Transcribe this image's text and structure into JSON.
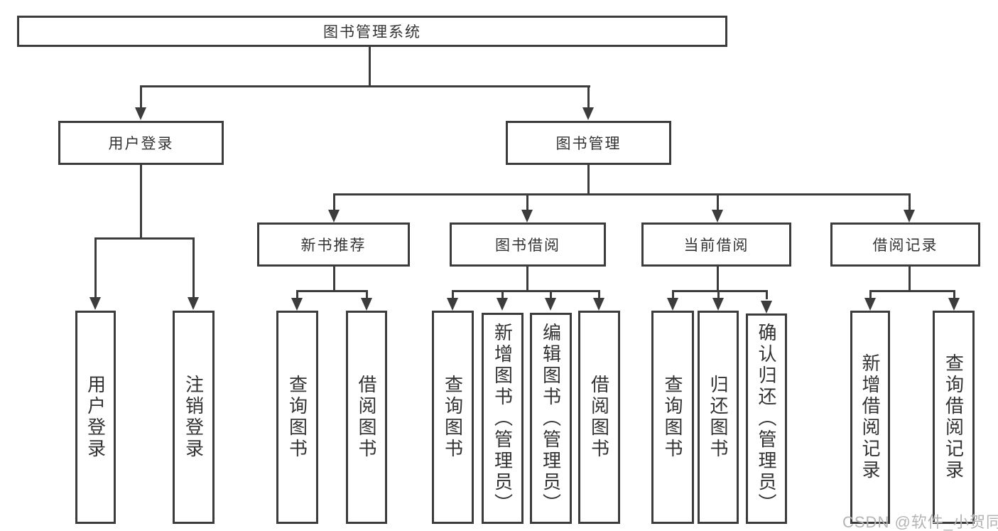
{
  "nodes": {
    "root": "图书管理系统",
    "user_login": "用户登录",
    "book_management": "图书管理",
    "new_book_recommend": "新书推荐",
    "book_borrow": "图书借阅",
    "current_borrow": "当前借阅",
    "borrow_record": "借阅记录",
    "user_login_leaf": "用户登录",
    "logout_leaf": "注销登录",
    "rec_query_book": "查询图书",
    "rec_borrow_book": "借阅图书",
    "bb_query_book": "查询图书",
    "bb_add_book": "新增图书（管理员）",
    "bb_edit_book": "编辑图书（管理员）",
    "bb_borrow_book": "借阅图书",
    "cb_query_book": "查询图书",
    "cb_return_book": "归还图书",
    "cb_confirm_return": "确认归还（管理员）",
    "br_add_record": "新增借阅记录",
    "br_query_record": "查询借阅记录"
  },
  "watermark": {
    "text": "CSDN @软件_小贺同学"
  },
  "colors": {
    "line": "#3c3c3c",
    "text": "#333333",
    "watermark": "#b4b4b4",
    "background": "#ffffff"
  }
}
